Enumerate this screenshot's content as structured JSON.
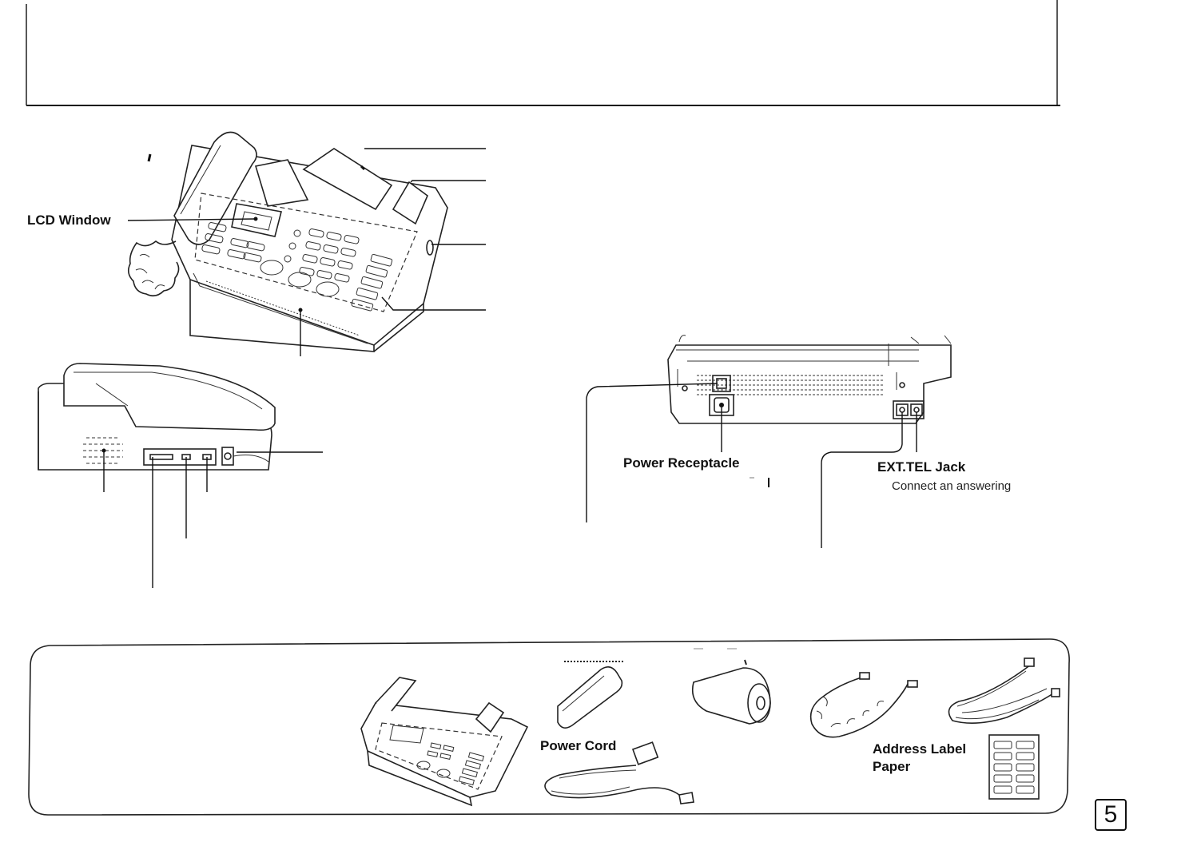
{
  "labels": {
    "lcd_window": "LCD Window",
    "power_receptacle": "Power Receptacle",
    "ext_tel_jack": "EXT.TEL Jack",
    "ext_tel_desc": "Connect an answering",
    "power_cord": "Power Cord",
    "address_label_line1": "Address Label",
    "address_label_line2": "Paper"
  },
  "page": {
    "number": "5"
  }
}
